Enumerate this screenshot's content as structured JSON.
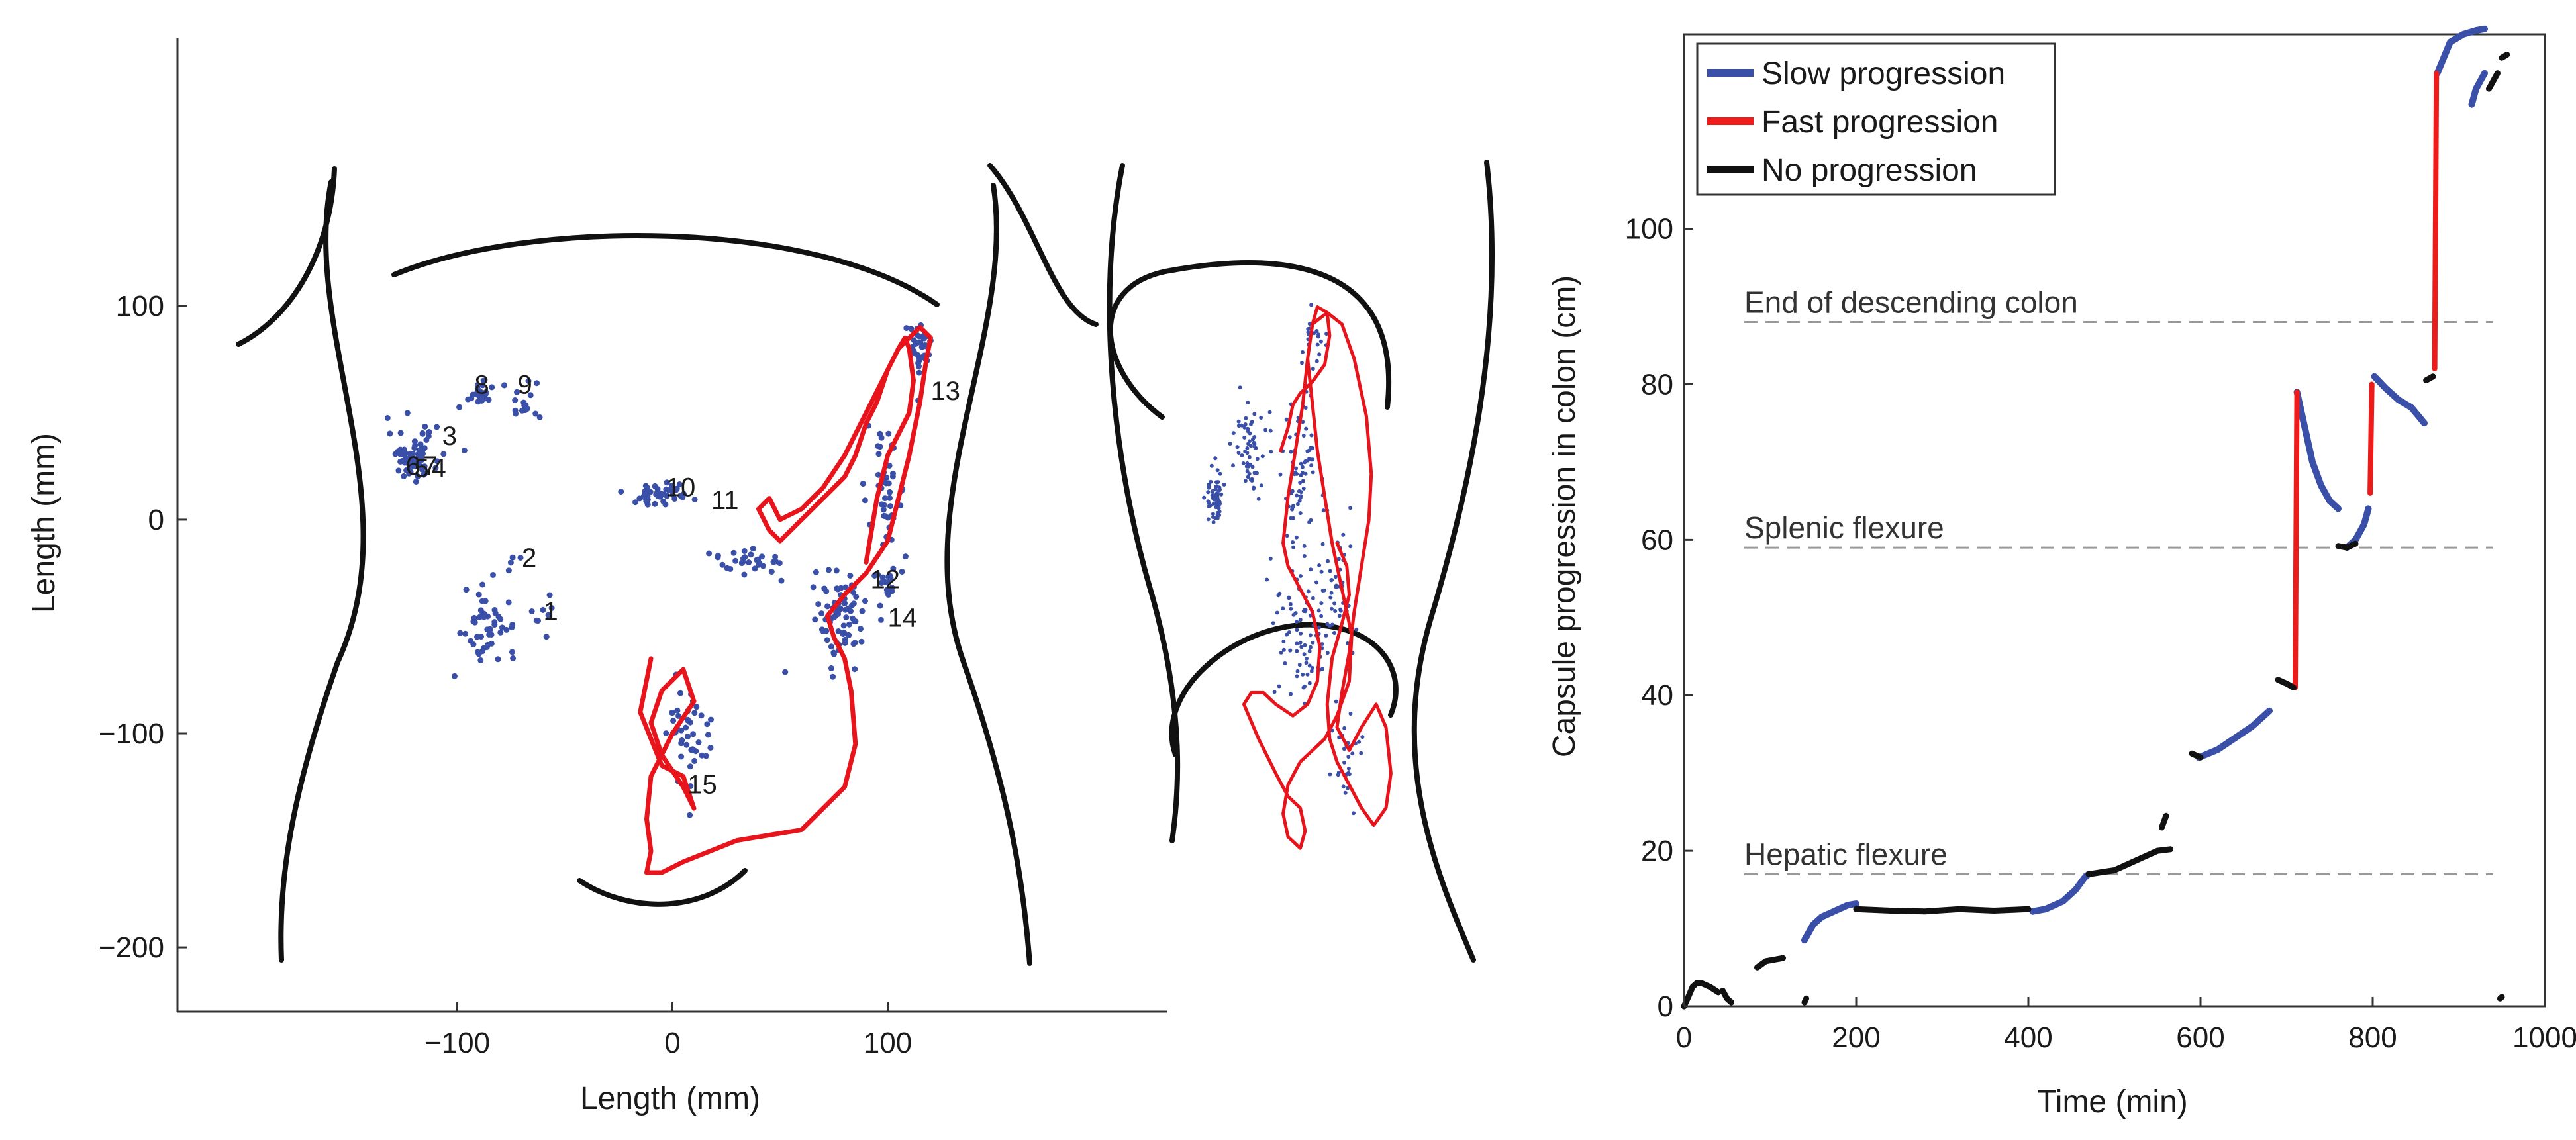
{
  "chart_data": [
    {
      "type": "scatter",
      "panel": "capsule-trajectory-frontal-view",
      "xlabel": "Length (mm)",
      "ylabel": "Length (mm)",
      "xlim": [
        -230,
        230
      ],
      "ylim": [
        -230,
        225
      ],
      "xticks": [
        -100,
        0,
        100
      ],
      "xtick_labels": [
        "−100",
        "0",
        "100"
      ],
      "yticks": [
        -200,
        -100,
        0,
        100
      ],
      "ytick_labels": [
        "−200",
        "−100",
        "0",
        "100"
      ],
      "grid": false,
      "colors": {
        "points": "#3a4fa8",
        "path": "#e8141b",
        "outline": "#111111"
      },
      "point_clusters": [
        {
          "x": -120,
          "y": 30,
          "spread": [
            10,
            10
          ],
          "count": 70
        },
        {
          "x": -90,
          "y": 58,
          "spread": [
            8,
            6
          ],
          "count": 25
        },
        {
          "x": -70,
          "y": 55,
          "spread": [
            6,
            8
          ],
          "count": 15
        },
        {
          "x": -5,
          "y": 12,
          "spread": [
            14,
            5
          ],
          "count": 45
        },
        {
          "x": 35,
          "y": -20,
          "spread": [
            15,
            6
          ],
          "count": 30
        },
        {
          "x": -85,
          "y": -48,
          "spread": [
            10,
            12
          ],
          "count": 50
        },
        {
          "x": -60,
          "y": -45,
          "spread": [
            5,
            10
          ],
          "count": 8
        },
        {
          "x": -75,
          "y": -20,
          "spread": [
            4,
            3
          ],
          "count": 4
        },
        {
          "x": 78,
          "y": -45,
          "spread": [
            10,
            18
          ],
          "count": 80
        },
        {
          "x": 100,
          "y": 10,
          "spread": [
            8,
            25
          ],
          "count": 45
        },
        {
          "x": 115,
          "y": 80,
          "spread": [
            6,
            10
          ],
          "count": 40
        },
        {
          "x": 8,
          "y": -100,
          "spread": [
            8,
            20
          ],
          "count": 45
        },
        {
          "x": 100,
          "y": -30,
          "spread": [
            6,
            8
          ],
          "count": 20
        }
      ],
      "path": {
        "x": [
          -10,
          -15,
          -5,
          5,
          10,
          5,
          -5,
          -10,
          -5,
          5,
          10,
          0,
          -10,
          -12,
          -10,
          -12,
          -5,
          5,
          30,
          60,
          80,
          85,
          83,
          80,
          75,
          72,
          80,
          90,
          100,
          105,
          110,
          115,
          118,
          120,
          115,
          105,
          100,
          95,
          90,
          85,
          80,
          70,
          60,
          50,
          45,
          40,
          45,
          50,
          60,
          70,
          80,
          90,
          100,
          105,
          108,
          110,
          112,
          110,
          105,
          100,
          95,
          90
        ],
        "y": [
          -65,
          -90,
          -115,
          -120,
          -135,
          -125,
          -110,
          -95,
          -80,
          -70,
          -85,
          -100,
          -120,
          -140,
          -155,
          -165,
          -165,
          -160,
          -150,
          -145,
          -125,
          -105,
          -80,
          -65,
          -55,
          -45,
          -35,
          -25,
          -10,
          10,
          30,
          55,
          75,
          85,
          90,
          80,
          70,
          55,
          45,
          30,
          20,
          10,
          0,
          -10,
          -5,
          5,
          10,
          0,
          5,
          15,
          30,
          50,
          70,
          80,
          85,
          80,
          65,
          50,
          40,
          30,
          10,
          -20
        ]
      },
      "annotations": [
        {
          "text": "1",
          "x": -60,
          "y": -47
        },
        {
          "text": "2",
          "x": -70,
          "y": -22
        },
        {
          "text": "3",
          "x": -107,
          "y": 35
        },
        {
          "text": "4",
          "x": -112,
          "y": 20
        },
        {
          "text": "5",
          "x": -120,
          "y": 20
        },
        {
          "text": "6",
          "x": -124,
          "y": 21
        },
        {
          "text": "7",
          "x": -116,
          "y": 21
        },
        {
          "text": "8",
          "x": -92,
          "y": 59
        },
        {
          "text": "9",
          "x": -72,
          "y": 59
        },
        {
          "text": "10",
          "x": -3,
          "y": 11
        },
        {
          "text": "11",
          "x": 18,
          "y": 5
        },
        {
          "text": "12",
          "x": 92,
          "y": -32
        },
        {
          "text": "13",
          "x": 120,
          "y": 56
        },
        {
          "text": "14",
          "x": 100,
          "y": -50
        },
        {
          "text": "15",
          "x": 7,
          "y": -128
        }
      ]
    },
    {
      "type": "scatter",
      "panel": "capsule-trajectory-side-view",
      "xlabel": "",
      "ylabel": "",
      "colors": {
        "points": "#3a4fa8",
        "path": "#e8141b",
        "outline": "#111111"
      },
      "point_clusters": [
        {
          "x": 0.2,
          "y": 0.38,
          "spread": [
            0.025,
            0.04
          ],
          "count": 60
        },
        {
          "x": 0.35,
          "y": 0.3,
          "spread": [
            0.05,
            0.06
          ],
          "count": 60
        },
        {
          "x": 0.55,
          "y": 0.35,
          "spread": [
            0.05,
            0.08
          ],
          "count": 70
        },
        {
          "x": 0.6,
          "y": 0.12,
          "spread": [
            0.04,
            0.05
          ],
          "count": 25
        },
        {
          "x": 0.55,
          "y": 0.6,
          "spread": [
            0.08,
            0.1
          ],
          "count": 90
        },
        {
          "x": 0.7,
          "y": 0.55,
          "spread": [
            0.05,
            0.08
          ],
          "count": 40
        },
        {
          "x": 0.75,
          "y": 0.82,
          "spread": [
            0.05,
            0.06
          ],
          "count": 30
        }
      ],
      "path": {
        "x": [
          0.47,
          0.5,
          0.52,
          0.55,
          0.6,
          0.65,
          0.67,
          0.66,
          0.62,
          0.6,
          0.58,
          0.56,
          0.53,
          0.5,
          0.48,
          0.5,
          0.55,
          0.6,
          0.63,
          0.62,
          0.58,
          0.52,
          0.45,
          0.4,
          0.35,
          0.32,
          0.38,
          0.45,
          0.5,
          0.55,
          0.57,
          0.55,
          0.5,
          0.48,
          0.5,
          0.55,
          0.6,
          0.65,
          0.7,
          0.75,
          0.76,
          0.72,
          0.68,
          0.65,
          0.62,
          0.6,
          0.58,
          0.6,
          0.66,
          0.72,
          0.77,
          0.82,
          0.84,
          0.83,
          0.8,
          0.77,
          0.75,
          0.72,
          0.7,
          0.75,
          0.8,
          0.86,
          0.9,
          0.92,
          0.9,
          0.85,
          0.8,
          0.75,
          0.7,
          0.67,
          0.66,
          0.68,
          0.72,
          0.75,
          0.74,
          0.7
        ],
        "y": [
          0.3,
          0.26,
          0.22,
          0.2,
          0.18,
          0.15,
          0.1,
          0.06,
          0.05,
          0.08,
          0.14,
          0.22,
          0.3,
          0.38,
          0.46,
          0.5,
          0.54,
          0.58,
          0.64,
          0.7,
          0.74,
          0.76,
          0.74,
          0.72,
          0.72,
          0.74,
          0.8,
          0.86,
          0.9,
          0.92,
          0.96,
          0.99,
          0.97,
          0.93,
          0.88,
          0.84,
          0.82,
          0.8,
          0.76,
          0.7,
          0.62,
          0.54,
          0.46,
          0.38,
          0.3,
          0.22,
          0.14,
          0.08,
          0.06,
          0.08,
          0.14,
          0.24,
          0.34,
          0.42,
          0.5,
          0.58,
          0.65,
          0.72,
          0.78,
          0.82,
          0.78,
          0.74,
          0.78,
          0.86,
          0.92,
          0.95,
          0.92,
          0.88,
          0.84,
          0.8,
          0.74,
          0.66,
          0.6,
          0.55,
          0.5,
          0.46
        ]
      }
    },
    {
      "type": "line",
      "panel": "capsule-progression",
      "xlabel": "Time (min)",
      "ylabel": "Capsule progression in colon (cm)",
      "xlim": [
        0,
        1000
      ],
      "ylim": [
        0,
        125
      ],
      "xticks": [
        0,
        200,
        400,
        600,
        800,
        1000
      ],
      "yticks": [
        0,
        20,
        40,
        60,
        80,
        100
      ],
      "grid": false,
      "legend_position": "top-left",
      "legend": [
        {
          "label": "Slow progression",
          "color": "#3a4fa8"
        },
        {
          "label": "Fast progression",
          "color": "#ee1b1b"
        },
        {
          "label": "No progression",
          "color": "#111111"
        }
      ],
      "reference_lines": [
        {
          "label": "End of descending colon",
          "y": 88
        },
        {
          "label": "Splenic flexure",
          "y": 59
        },
        {
          "label": "Hepatic flexure",
          "y": 17
        }
      ],
      "series": [
        {
          "name": "Slow progression",
          "color": "#3a4fa8",
          "segments": [
            {
              "x": [
                140,
                150,
                160,
                170,
                180,
                190,
                200
              ],
              "y": [
                8.5,
                10.5,
                11.5,
                12,
                12.5,
                13,
                13.2
              ]
            },
            {
              "x": [
                405,
                420,
                440,
                455,
                465,
                470
              ],
              "y": [
                12.2,
                12.5,
                13.5,
                15,
                16.5,
                17
              ]
            },
            {
              "x": [
                598,
                620,
                640,
                660,
                680
              ],
              "y": [
                32,
                33,
                34.5,
                36,
                38
              ]
            },
            {
              "x": [
                712,
                720,
                730,
                740,
                750,
                760
              ],
              "y": [
                79,
                75,
                70,
                67,
                65,
                64
              ]
            },
            {
              "x": [
                770,
                780,
                790,
                795
              ],
              "y": [
                59,
                60,
                62,
                64
              ]
            },
            {
              "x": [
                802,
                815,
                830,
                845,
                860
              ],
              "y": [
                81,
                79.5,
                78,
                77,
                75
              ]
            },
            {
              "x": [
                875,
                890,
                905,
                920,
                930
              ],
              "y": [
                120,
                124,
                125,
                125.5,
                125.7
              ]
            },
            {
              "x": [
                915,
                920,
                925,
                930
              ],
              "y": [
                116,
                118,
                119,
                120
              ]
            }
          ]
        },
        {
          "name": "Fast progression",
          "color": "#ee1b1b",
          "segments": [
            {
              "x": [
                710,
                712
              ],
              "y": [
                41,
                79
              ]
            },
            {
              "x": [
                797,
                799
              ],
              "y": [
                66,
                80
              ]
            },
            {
              "x": [
                872,
                874
              ],
              "y": [
                82,
                120
              ]
            }
          ]
        },
        {
          "name": "No progression",
          "color": "#111111",
          "segments": [
            {
              "x": [
                0,
                5,
                10,
                15,
                20,
                30,
                40
              ],
              "y": [
                0,
                1.2,
                2.5,
                3,
                3,
                2.5,
                1.8
              ]
            },
            {
              "x": [
                45,
                50,
                55
              ],
              "y": [
                2,
                1,
                0.5
              ]
            },
            {
              "x": [
                85,
                95,
                105,
                115
              ],
              "y": [
                5,
                5.8,
                6,
                6.2
              ]
            },
            {
              "x": [
                140,
                142
              ],
              "y": [
                0.5,
                1
              ]
            },
            {
              "x": [
                200,
                240,
                280,
                320,
                360,
                400
              ],
              "y": [
                12.5,
                12.3,
                12.2,
                12.5,
                12.3,
                12.5
              ]
            },
            {
              "x": [
                470,
                500,
                530,
                550,
                565
              ],
              "y": [
                17,
                17.5,
                19,
                20,
                20.2
              ]
            },
            {
              "x": [
                555,
                560
              ],
              "y": [
                23,
                24.5
              ]
            },
            {
              "x": [
                590,
                600
              ],
              "y": [
                32.5,
                32
              ]
            },
            {
              "x": [
                690,
                700,
                708
              ],
              "y": [
                42,
                41.5,
                41
              ]
            },
            {
              "x": [
                760,
                770,
                780
              ],
              "y": [
                59.2,
                59,
                59.5
              ]
            },
            {
              "x": [
                862,
                870
              ],
              "y": [
                80.5,
                81
              ]
            },
            {
              "x": [
                935,
                945
              ],
              "y": [
                118,
                120
              ]
            },
            {
              "x": [
                950,
                956
              ],
              "y": [
                122,
                122.4
              ]
            },
            {
              "x": [
                948,
                950
              ],
              "y": [
                1,
                1.2
              ]
            }
          ]
        }
      ]
    }
  ]
}
